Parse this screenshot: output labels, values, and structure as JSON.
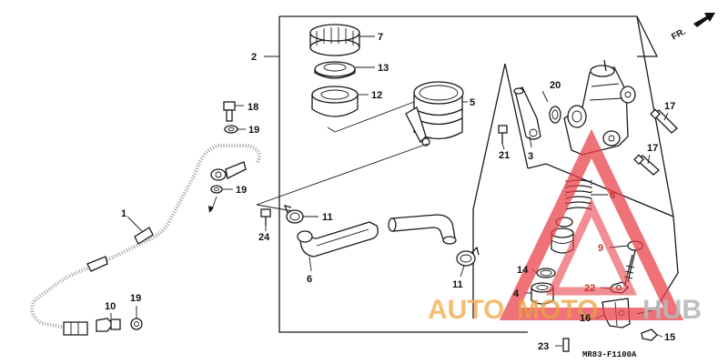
{
  "callouts": {
    "c1": "1",
    "c2": "2",
    "c3": "3",
    "c4": "4",
    "c5": "5",
    "c6": "6",
    "c7": "7",
    "c8": "8",
    "c9": "9",
    "c10": "10",
    "c11a": "11",
    "c11b": "11",
    "c12": "12",
    "c13": "13",
    "c14": "14",
    "c15": "15",
    "c16": "16",
    "c17a": "17",
    "c17b": "17",
    "c18": "18",
    "c19a": "19",
    "c19b": "19",
    "c19c": "19",
    "c20": "20",
    "c21": "21",
    "c22": "22",
    "c23": "23",
    "c24": "24"
  },
  "orientation_label": "FR.",
  "diagram_code": "MR83-F1100A",
  "watermark": {
    "part1": "AUTO",
    "part2": "MOTO",
    "part3": "HUB",
    "triangle_color": "#e8434b"
  }
}
